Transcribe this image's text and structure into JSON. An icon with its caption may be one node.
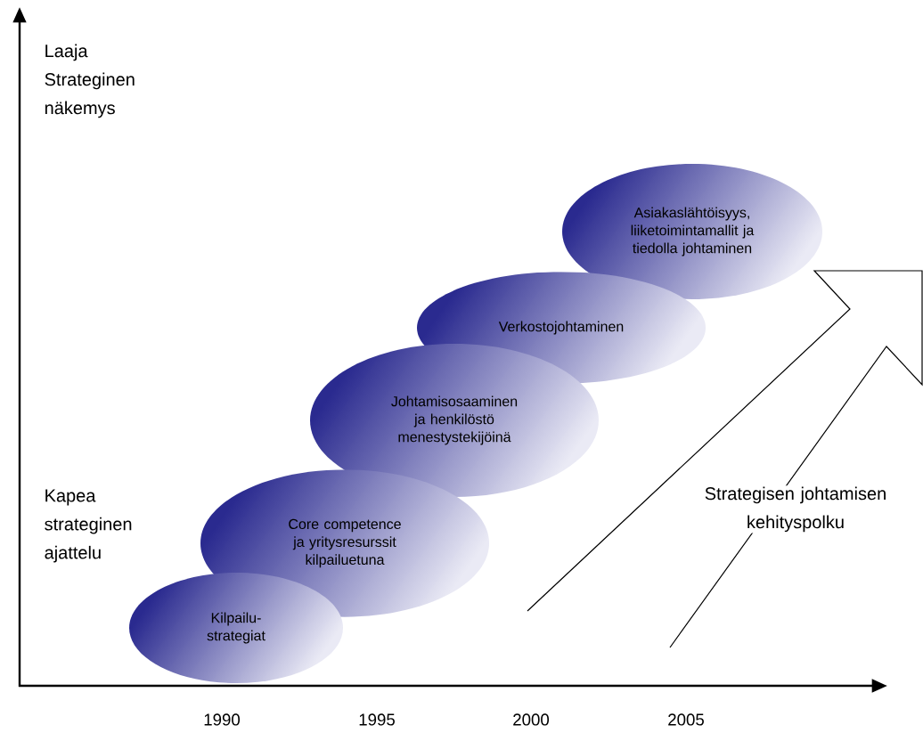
{
  "diagram": {
    "nodes": [
      {
        "text": [
          "Asiakaslähtöisyys, liiketoimintamallit ja tiedolla johtaminen"
        ]
      },
      {
        "text": [
          "Verkostojohtaminen"
        ]
      },
      {
        "text": [
          "Johtamisosaaminen ja henkilöstö menestystekijöinä"
        ]
      },
      {
        "text": [
          "Core competence ja yritysresurssit kilpailuetuna"
        ]
      },
      {
        "text": [
          "Kilpailu- strategiat"
        ]
      }
    ],
    "labels": [
      "Laaja Strateginen näkemys",
      "Kapea strateginen ajattelu",
      "Strategisen johtamisen kehityspolku",
      "1990",
      "1995",
      "2000",
      "2005"
    ]
  }
}
